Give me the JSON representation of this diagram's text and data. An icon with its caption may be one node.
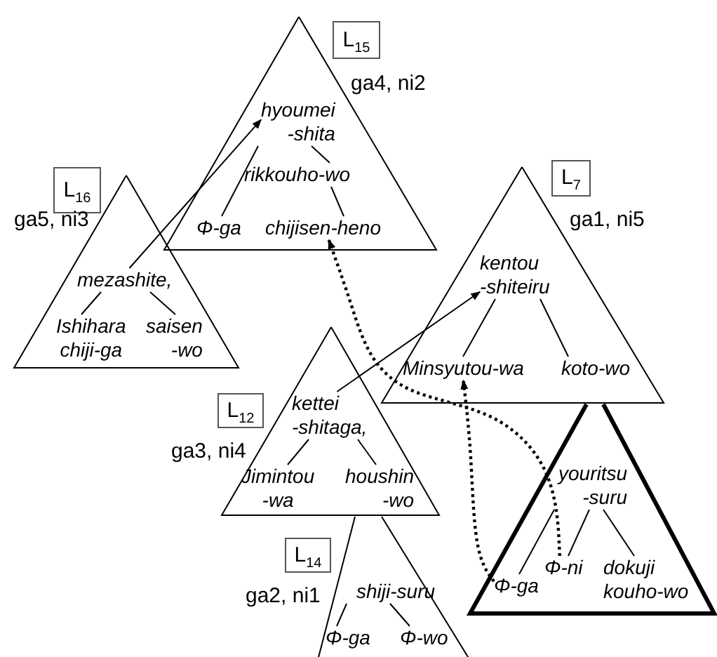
{
  "diagram": {
    "nodes": [
      {
        "text": [],
        "shape": "triangle",
        "beside": [
          "L$_{15}$",
          "ga4, ni2"
        ]
      },
      {
        "text": [
          "hyoumei -shita"
        ],
        "in": 0
      },
      {
        "text": [
          "rikkouho-wo"
        ],
        "in": 0
      },
      {
        "text": [
          "Φ-ga"
        ],
        "in": 0
      },
      {
        "text": [
          "chijisen-heno"
        ],
        "in": 0
      },
      {
        "text": [],
        "shape": "triangle",
        "beside": [
          "L$_{16}$",
          "ga5, ni3"
        ]
      },
      {
        "text": [
          "mezashite,"
        ],
        "in": 5
      },
      {
        "text": [
          "Ishihara chiji-ga"
        ],
        "in": 5
      },
      {
        "text": [
          "saisen -wo"
        ],
        "in": 5
      },
      {
        "text": [],
        "shape": "triangle",
        "beside": [
          "L$_{7}$",
          "ga1, ni5"
        ]
      },
      {
        "text": [
          "kentou -shiteiru"
        ],
        "in": 9
      },
      {
        "text": [
          "Minsyutou-wa"
        ],
        "in": 9
      },
      {
        "text": [
          "koto-wo"
        ],
        "in": 9
      },
      {
        "text": [],
        "shape": "triangle",
        "beside": [
          "L$_{12}$",
          "ga3, ni4"
        ]
      },
      {
        "text": [
          "kettei -shitaga,"
        ],
        "in": 13
      },
      {
        "text": [
          "Jimintou -wa"
        ],
        "in": 13
      },
      {
        "text": [
          "houshin -wo"
        ],
        "in": 13
      },
      {
        "text": [],
        "shape": "triangle"
      },
      {
        "text": [
          "youritsu -suru"
        ],
        "in": 17
      },
      {
        "text": [
          "Φ-ga"
        ],
        "in": 17
      },
      {
        "text": [
          "Φ-ni"
        ],
        "in": 17
      },
      {
        "text": [
          "dokuji kouho-wo"
        ],
        "in": 17
      },
      {
        "text": [],
        "shape": "triangle",
        "beside": [
          "L$_{14}$",
          "ga2, ni1"
        ]
      },
      {
        "text": [
          "shiji-suru"
        ],
        "in": 22
      },
      {
        "text": [
          "Φ-ga"
        ],
        "in": 22
      },
      {
        "text": [
          "Φ-wo"
        ],
        "in": 22
      }
    ],
    "edges": [
      {
        "from": 1,
        "to": 3,
        "arrow": "none"
      },
      {
        "from": 1,
        "to": 2,
        "arrow": "none"
      },
      {
        "from": 2,
        "to": 4,
        "arrow": "none"
      },
      {
        "from": 6,
        "to": 7,
        "arrow": "none"
      },
      {
        "from": 6,
        "to": 8,
        "arrow": "none"
      },
      {
        "from": 10,
        "to": 11,
        "arrow": "none"
      },
      {
        "from": 10,
        "to": 12,
        "arrow": "none"
      },
      {
        "from": 14,
        "to": 15,
        "arrow": "none"
      },
      {
        "from": 14,
        "to": 16,
        "arrow": "none"
      },
      {
        "from": 18,
        "to": 19,
        "arrow": "none"
      },
      {
        "from": 18,
        "to": 20,
        "arrow": "none"
      },
      {
        "from": 18,
        "to": 21,
        "arrow": "none"
      },
      {
        "from": 23,
        "to": 24,
        "arrow": "none"
      },
      {
        "from": 23,
        "to": 25,
        "arrow": "none"
      },
      {
        "from": 6,
        "to": 1,
        "arrow": "to"
      },
      {
        "from": 14,
        "to": 10,
        "arrow": "to"
      },
      {
        "from": 20,
        "to": 4,
        "arrow": "to",
        "style": "dashed"
      },
      {
        "from": 19,
        "to": 11,
        "arrow": "to",
        "style": "dashed"
      }
    ]
  }
}
